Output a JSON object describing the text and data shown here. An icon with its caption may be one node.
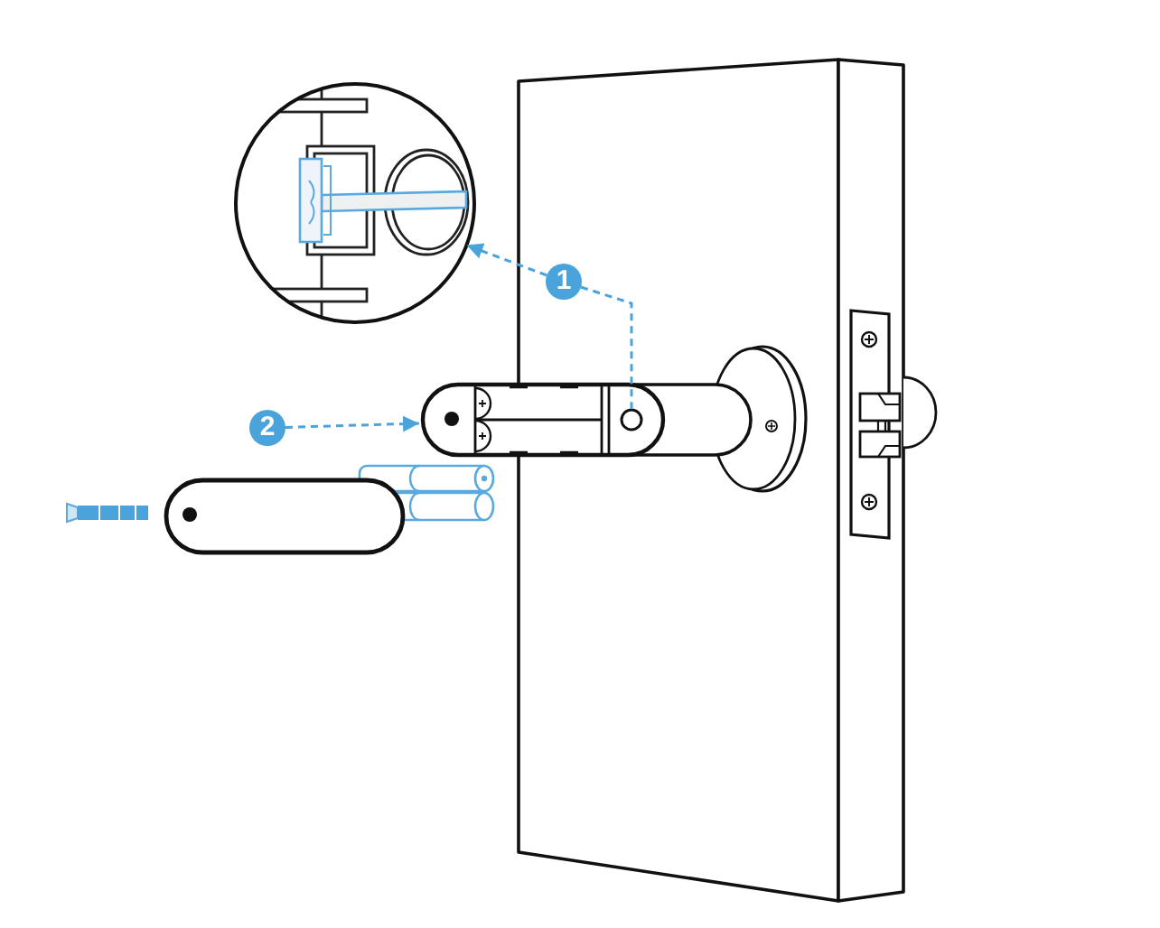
{
  "diagram": {
    "nodes": [
      {
        "text": [
          "1"
        ]
      },
      {
        "text": [],
        "shape": "picture"
      },
      {
        "text": [],
        "shape": "picture"
      },
      {
        "text": [],
        "shape": "circle",
        "in": 2
      },
      {
        "text": [
          "2"
        ]
      }
    ],
    "edges": [
      {
        "from": 0,
        "to": 1,
        "arrow": "to",
        "style": "dashed"
      },
      {
        "from": 0,
        "to": 3,
        "arrow": "none",
        "style": "dashed"
      },
      {
        "from": 4,
        "to": 2,
        "arrow": "to",
        "style": "dashed"
      }
    ]
  }
}
